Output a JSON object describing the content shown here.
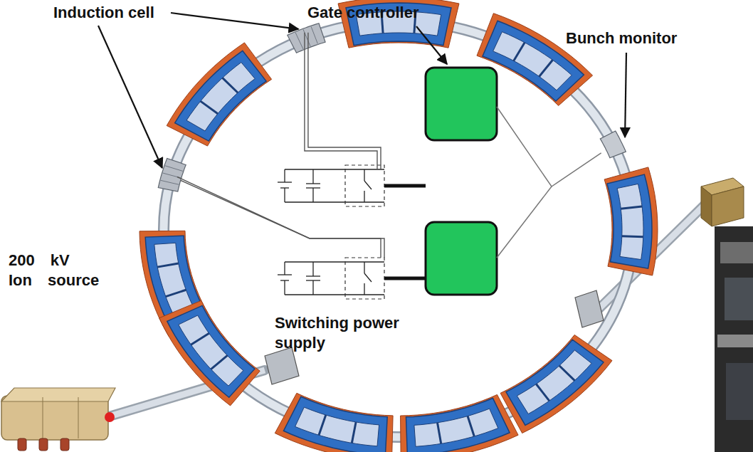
{
  "diagram": {
    "labels": [
      "Induction cell",
      "Gate controller",
      "Bunch monitor",
      "200 kV Ion source",
      "Switching power supply"
    ]
  }
}
